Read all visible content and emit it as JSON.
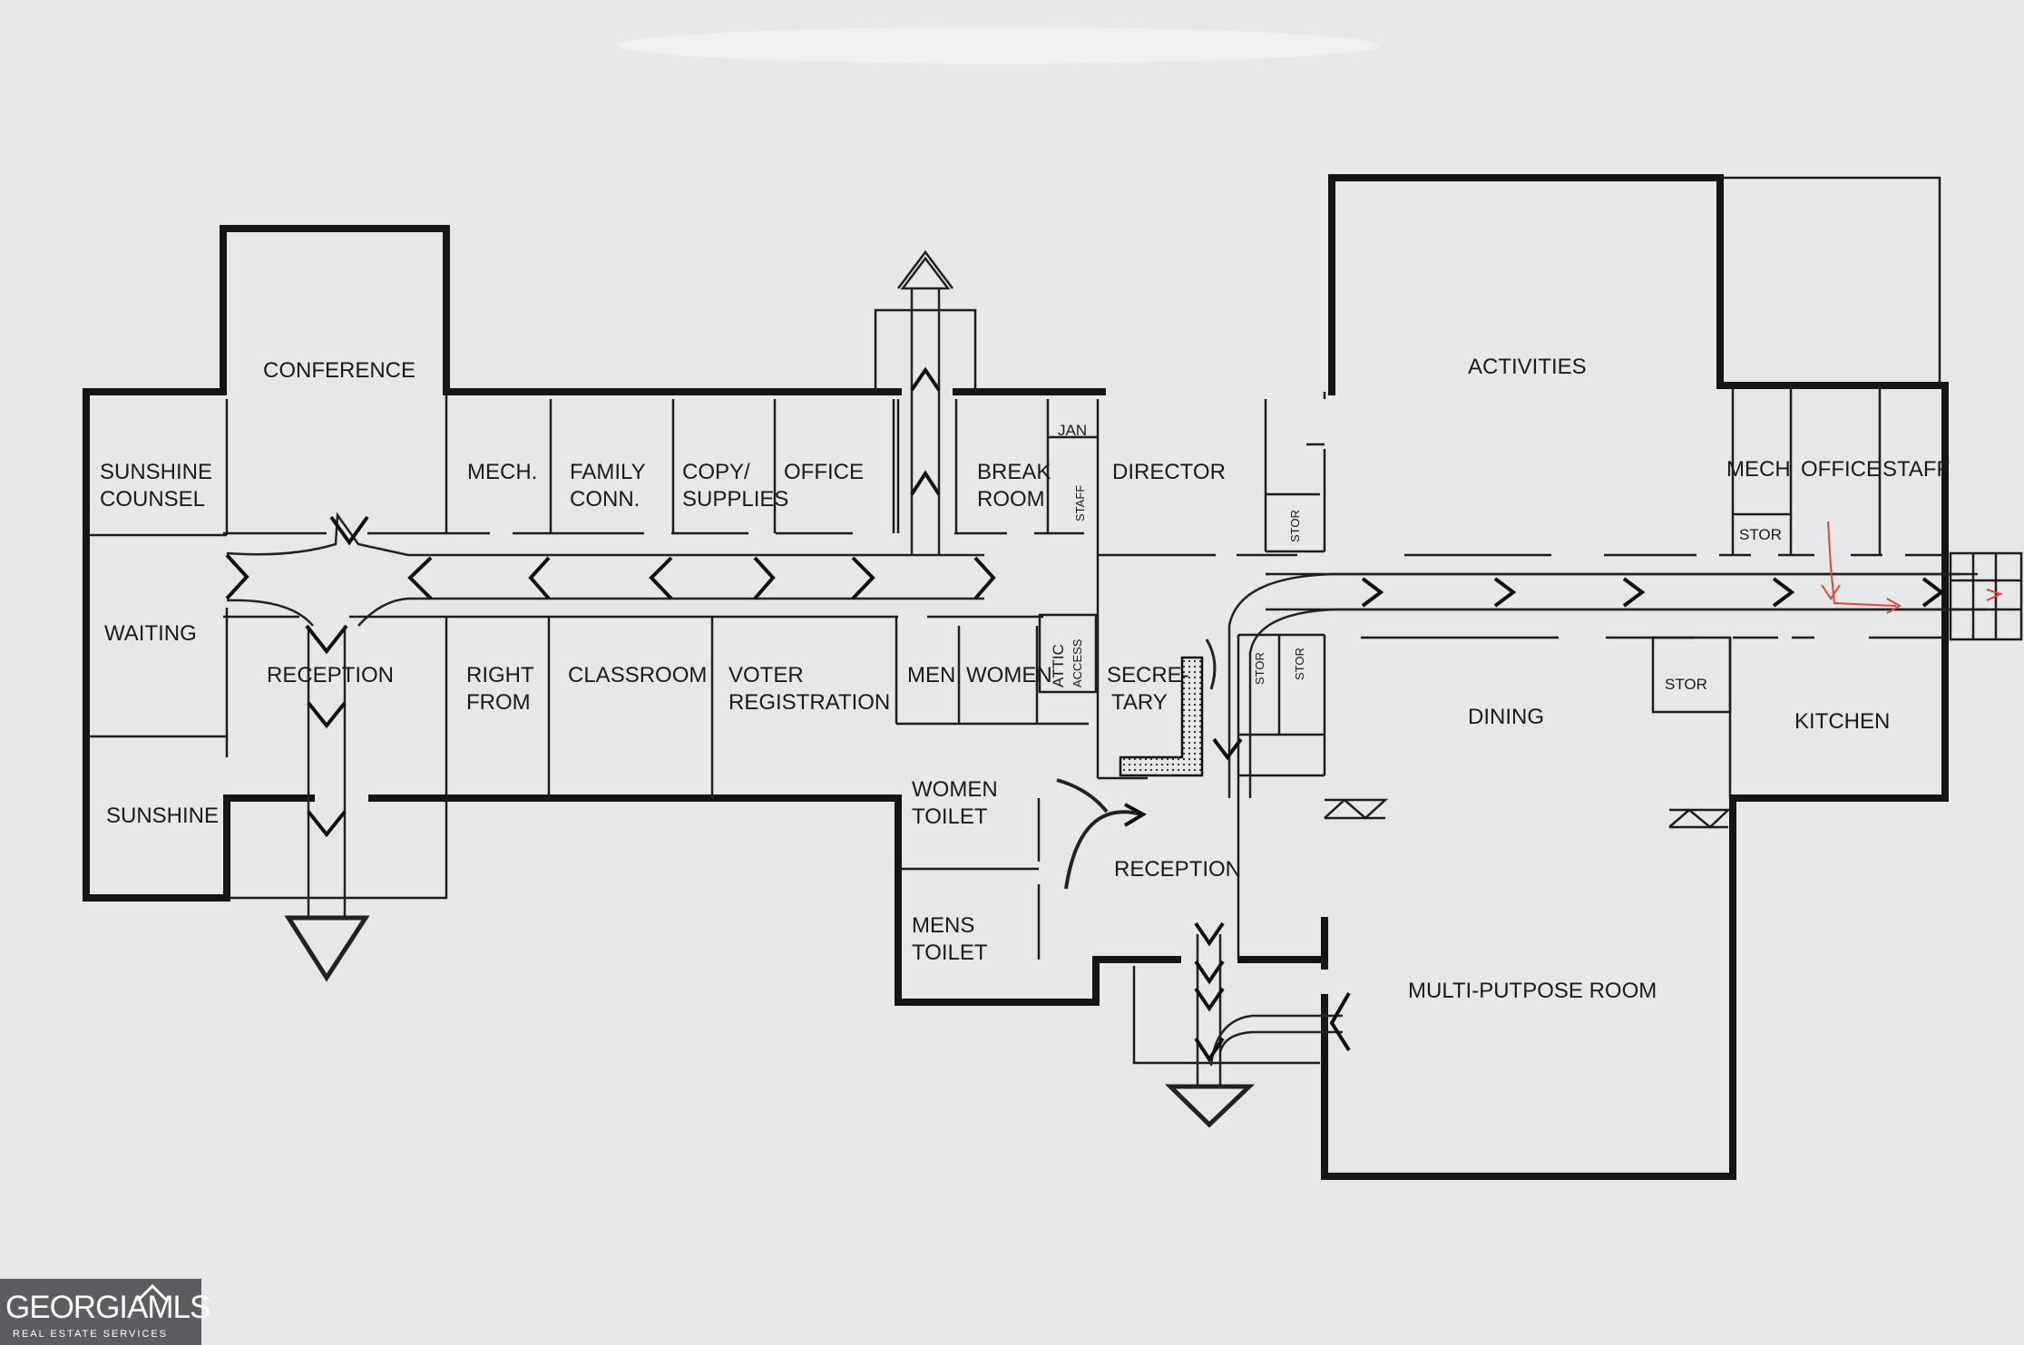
{
  "rooms": {
    "conference": "CONFERENCE",
    "sunshine_counsel_1": "SUNSHINE",
    "sunshine_counsel_2": "COUNSEL",
    "waiting": "WAITING",
    "sunshine": "SUNSHINE",
    "reception_left": "RECEPTION",
    "mech_left": "MECH.",
    "family_1": "FAMILY",
    "family_2": "CONN.",
    "copy_1": "COPY/",
    "copy_2": "SUPPLIES",
    "office_left": "OFFICE",
    "break_1": "BREAK",
    "break_2": "ROOM",
    "jan": "JAN",
    "staff_vertical": "STAFF",
    "director": "DIRECTOR",
    "stor_vertical_top": "STOR",
    "right_from_1": "RIGHT",
    "right_from_2": "FROM",
    "classroom": "CLASSROOM",
    "voter_1": "VOTER",
    "voter_2": "REGISTRATION",
    "men": "MEN",
    "women": "WOMEN",
    "attic_1": "ATTIC",
    "attic_2": "ACCESS",
    "secretary_1": "SECRE-",
    "secretary_2": "TARY",
    "stor_vertical_a": "STOR",
    "stor_vertical_b": "STOR",
    "women_toilet_1": "WOMEN",
    "women_toilet_2": "TOILET",
    "mens_toilet_1": "MENS",
    "mens_toilet_2": "TOILET",
    "reception_center": "RECEPTION",
    "activities": "ACTIVITIES",
    "mech_right": "MECH",
    "office_right": "OFFICE",
    "staff_right": "STAFF",
    "stor_right_top": "STOR",
    "stor_right_mid": "STOR",
    "dining": "DINING",
    "kitchen": "KITCHEN",
    "multi_purpose": "MULTI-PUTPOSE ROOM"
  },
  "logo": {
    "brand": "GEORGIAMLS",
    "tagline": "REAL ESTATE SERVICES"
  },
  "colors": {
    "paper": "#e7e8e9",
    "wall": "#151515",
    "annotation": "#e0433f",
    "logo_bg": "#5c5d60"
  }
}
